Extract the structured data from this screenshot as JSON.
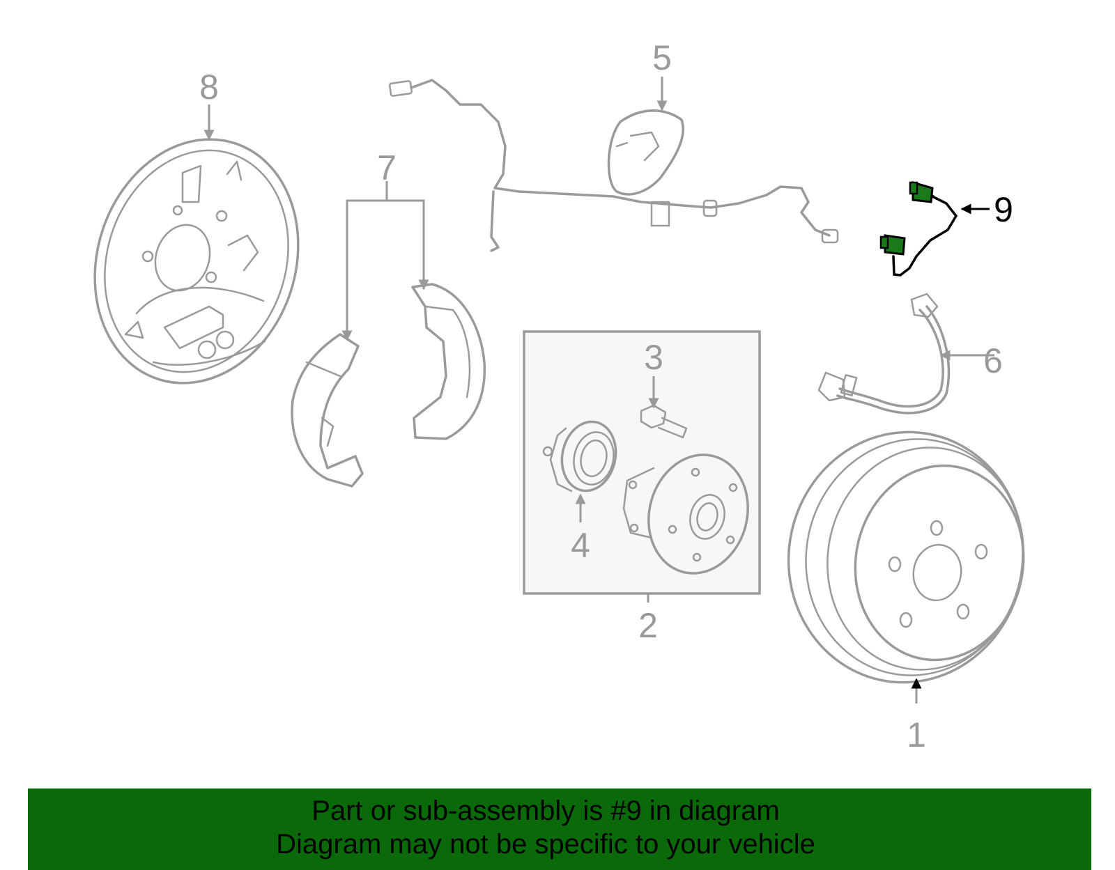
{
  "callouts": [
    {
      "id": "1",
      "label": "1"
    },
    {
      "id": "2",
      "label": "2"
    },
    {
      "id": "3",
      "label": "3"
    },
    {
      "id": "4",
      "label": "4"
    },
    {
      "id": "5",
      "label": "5"
    },
    {
      "id": "6",
      "label": "6"
    },
    {
      "id": "7",
      "label": "7"
    },
    {
      "id": "8",
      "label": "8"
    },
    {
      "id": "9",
      "label": "9"
    }
  ],
  "banner": {
    "line1": "Part or sub-assembly is #9 in diagram",
    "line2": "Diagram may not be specific to your vehicle"
  },
  "colors": {
    "part_stroke": "#9a9a9a",
    "highlight_stroke": "#000000",
    "highlight_fill": "#1a7a1a",
    "banner_bg": "#0a6a0a",
    "box_fill": "#f7f7f7"
  }
}
